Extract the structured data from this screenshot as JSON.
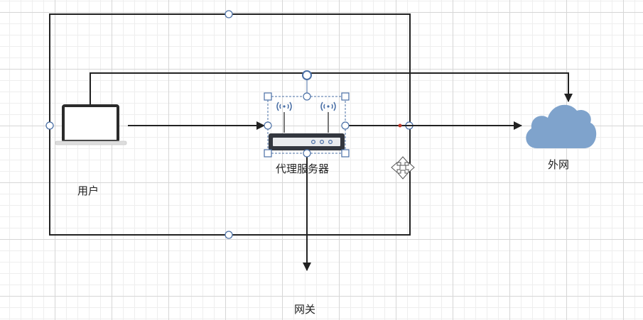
{
  "nodes": {
    "user": {
      "label": "用户"
    },
    "proxy": {
      "label": "代理服务器"
    },
    "internet": {
      "label": "外网"
    },
    "gateway": {
      "label": "网关"
    }
  },
  "edges": [
    {
      "from": "user",
      "to": "proxy"
    },
    {
      "from": "user",
      "to": "internet"
    },
    {
      "from": "proxy",
      "to": "internet"
    },
    {
      "from": "proxy",
      "to": "gateway"
    }
  ],
  "colors": {
    "line": "#222222",
    "cloud": "#7fa3cc",
    "selection": "#4a6fa5",
    "router_body": "#33373f",
    "router_panel": "#e9ebee",
    "router_led": "#4a6fa5",
    "laptop": "#2b2b2b",
    "anchor_dot": "#c0392b"
  }
}
